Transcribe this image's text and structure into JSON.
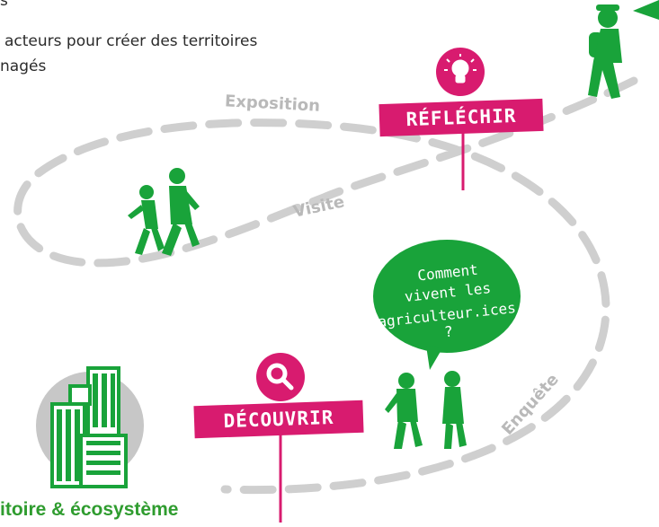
{
  "intro": {
    "line1": "s",
    "line2": "acteurs pour créer des territoires",
    "line3": "nagés"
  },
  "path_labels": {
    "exposition": "Exposition",
    "visite": "Visite",
    "enquete": "Enquête"
  },
  "signs": {
    "reflechir": "RÉFLÉCHIR",
    "decouvrir": "DÉCOUVRIR"
  },
  "speech_bubble": {
    "line1": "Comment",
    "line2": "vivent les",
    "line3": "agriculteur.ices ?"
  },
  "footer_title": "itoire & écosystème",
  "colors": {
    "accent_pink": "#d81b6f",
    "green": "#19a33a",
    "path_gray": "#cfcfcf",
    "circle_gray": "#c7c7c7"
  },
  "icons": {
    "reflechir": "lightbulb-icon",
    "decouvrir": "magnifier-icon"
  }
}
